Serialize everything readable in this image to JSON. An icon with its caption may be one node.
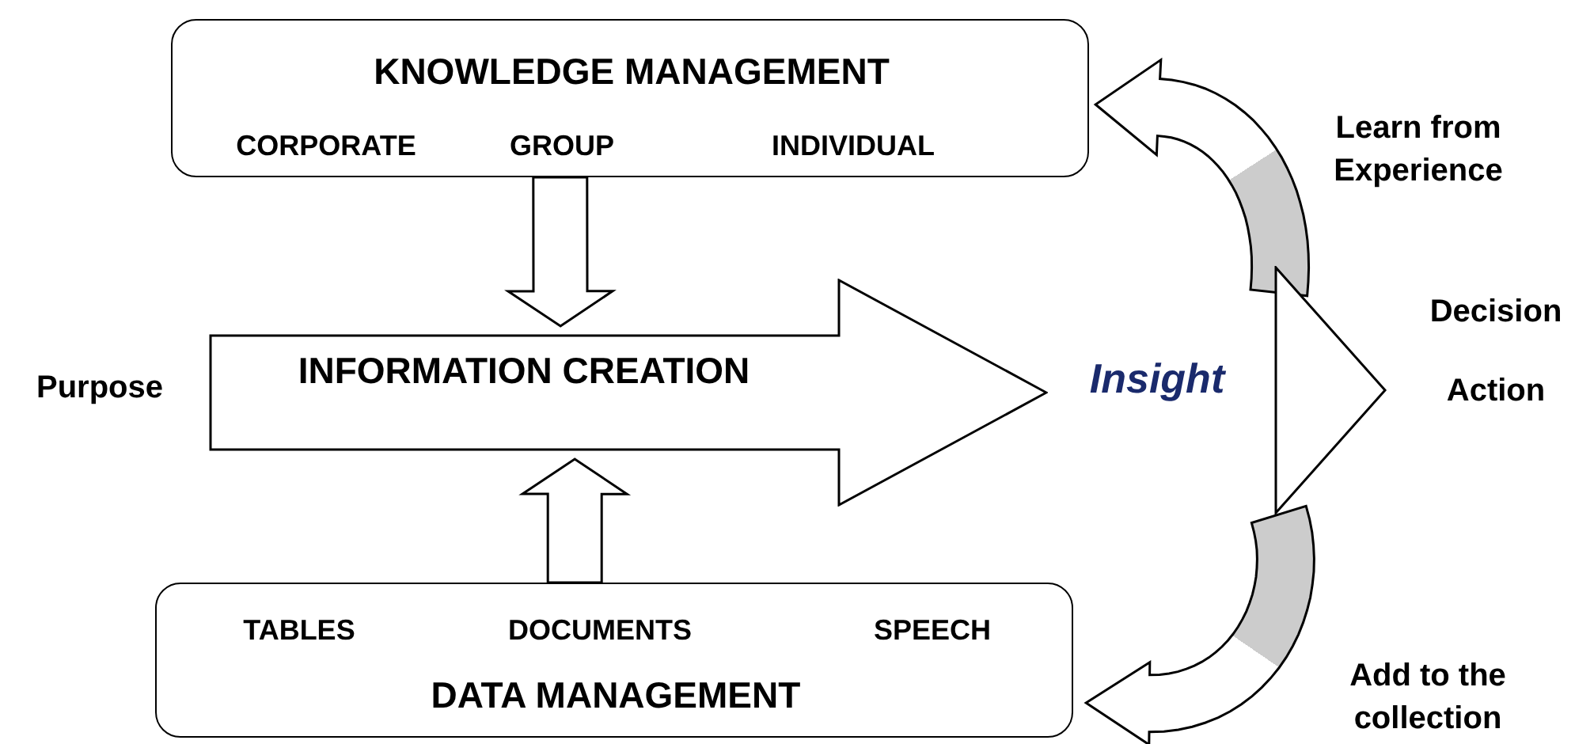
{
  "diagram": {
    "nodes": [
      {
        "text": [
          "KNOWLEDGE MANAGEMENT",
          "CORPORATE",
          "GROUP",
          "INDIVIDUAL"
        ]
      },
      {
        "text": [
          "INFORMATION CREATION"
        ]
      },
      {
        "text": [
          "TABLES",
          "DOCUMENTS",
          "SPEECH",
          "DATA MANAGEMENT"
        ]
      },
      {
        "text": [],
        "shape": "triangle",
        "beside": [
          "Decision",
          "Action"
        ]
      }
    ],
    "edges": [
      {
        "from": 0,
        "to": 1,
        "arrow": "to",
        "style": "thick"
      },
      {
        "from": 2,
        "to": 1,
        "arrow": "to",
        "style": "thick"
      },
      {
        "from": 3,
        "to": 0,
        "arrow": "to",
        "style": "thick",
        "label": "Learn from Experience"
      },
      {
        "from": 3,
        "to": 2,
        "arrow": "to",
        "style": "thick",
        "label": "Add to the collection"
      }
    ],
    "labels": [
      "Purpose",
      "Insight"
    ]
  }
}
